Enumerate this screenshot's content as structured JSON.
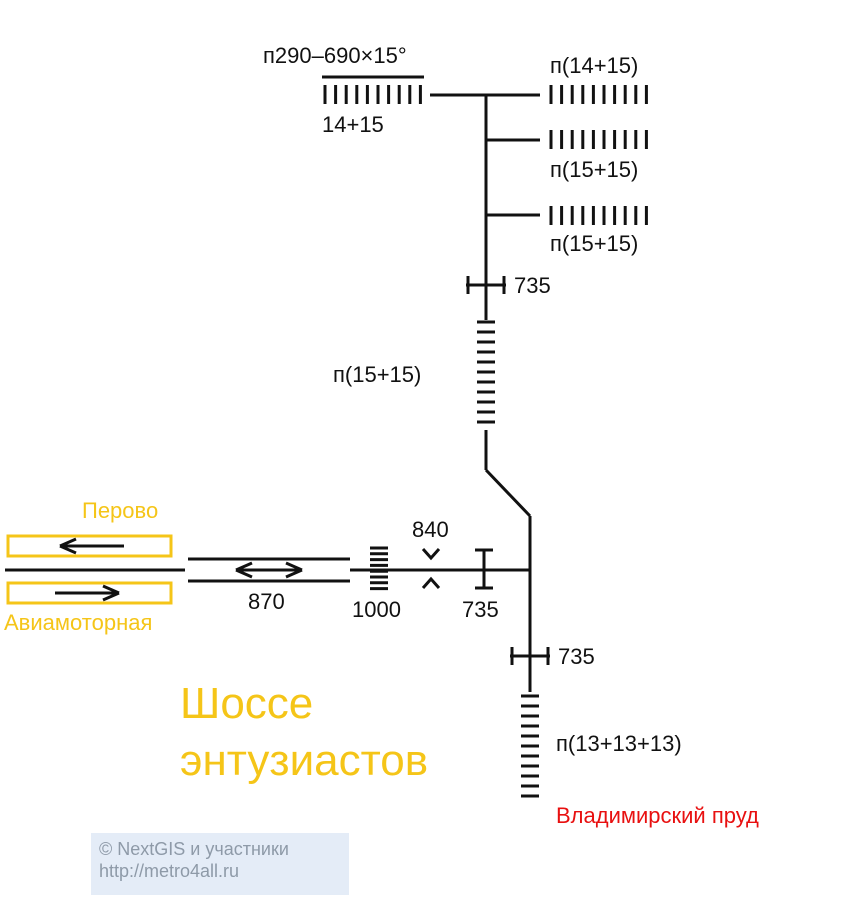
{
  "labels": {
    "top_escalator": "п290–690×15°",
    "top_left_stairs": "14+15",
    "right_stairs_1": "п(14+15)",
    "right_stairs_2": "п(15+15)",
    "right_stairs_3": "п(15+15)",
    "width_upper": "735",
    "middle_stairs": "п(15+15)",
    "width_840": "840",
    "width_870": "870",
    "width_1000": "1000",
    "width_735_horizontal": "735",
    "width_735_lower": "735",
    "bottom_stairs": "п(13+13+13)"
  },
  "stations": {
    "perovo": "Перово",
    "aviamotornaya": "Авиамоторная",
    "shosse_line1": "Шоссе",
    "shosse_line2": "энтузиастов",
    "exit": "Владимирский пруд"
  },
  "credit": {
    "line1": "© NextGIS и участники",
    "line2": "http://metro4all.ru"
  },
  "colors": {
    "line": "#111111",
    "station": "#f5c518",
    "exit": "#e81010",
    "credit_bg": "#e4ecf7",
    "credit_text": "#8e9aa8"
  }
}
